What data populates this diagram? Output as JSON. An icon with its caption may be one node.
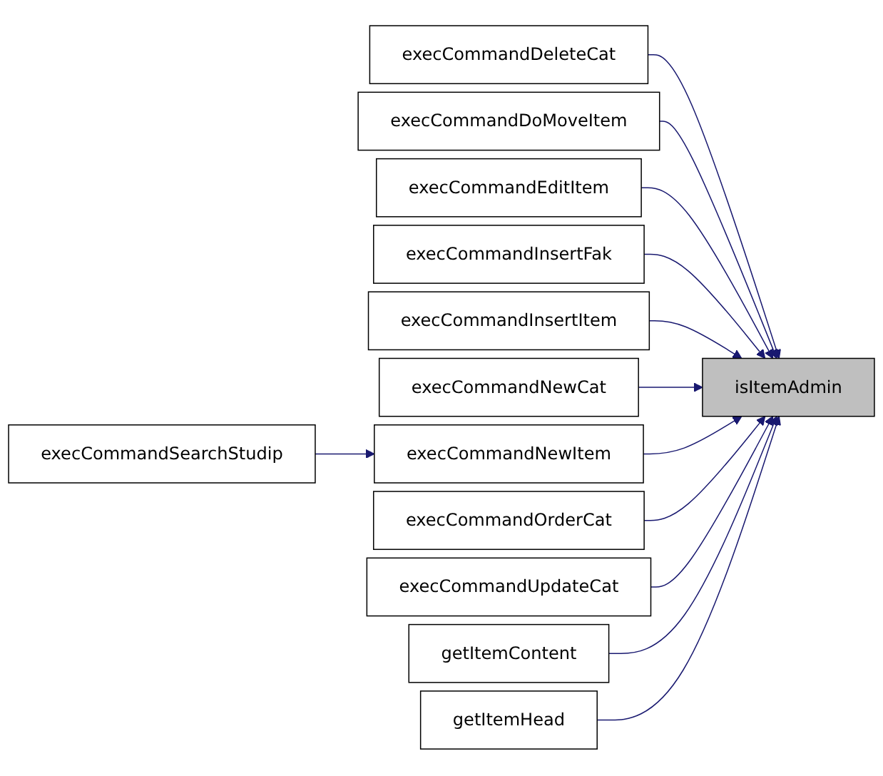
{
  "diagram": {
    "nodes": [
      {
        "text": [
          "execCommandDeleteCat"
        ]
      },
      {
        "text": [
          "execCommandDoMoveItem"
        ]
      },
      {
        "text": [
          "execCommandEditItem"
        ]
      },
      {
        "text": [
          "execCommandInsertFak"
        ]
      },
      {
        "text": [
          "execCommandInsertItem"
        ]
      },
      {
        "text": [
          "execCommandNewCat"
        ]
      },
      {
        "text": [
          "isItemAdmin"
        ]
      },
      {
        "text": [
          "execCommandSearchStudip"
        ]
      },
      {
        "text": [
          "execCommandNewItem"
        ]
      },
      {
        "text": [
          "execCommandOrderCat"
        ]
      },
      {
        "text": [
          "execCommandUpdateCat"
        ]
      },
      {
        "text": [
          "getItemContent"
        ]
      },
      {
        "text": [
          "getItemHead"
        ]
      }
    ],
    "edges": [
      {
        "from": 0,
        "to": 6,
        "arrow": "to"
      },
      {
        "from": 1,
        "to": 6,
        "arrow": "to"
      },
      {
        "from": 2,
        "to": 6,
        "arrow": "to"
      },
      {
        "from": 3,
        "to": 6,
        "arrow": "to"
      },
      {
        "from": 4,
        "to": 6,
        "arrow": "to"
      },
      {
        "from": 5,
        "to": 6,
        "arrow": "to"
      },
      {
        "from": 8,
        "to": 6,
        "arrow": "to"
      },
      {
        "from": 9,
        "to": 6,
        "arrow": "to"
      },
      {
        "from": 10,
        "to": 6,
        "arrow": "to"
      },
      {
        "from": 11,
        "to": 6,
        "arrow": "to"
      },
      {
        "from": 12,
        "to": 6,
        "arrow": "to"
      },
      {
        "from": 7,
        "to": 8,
        "arrow": "to"
      }
    ]
  }
}
